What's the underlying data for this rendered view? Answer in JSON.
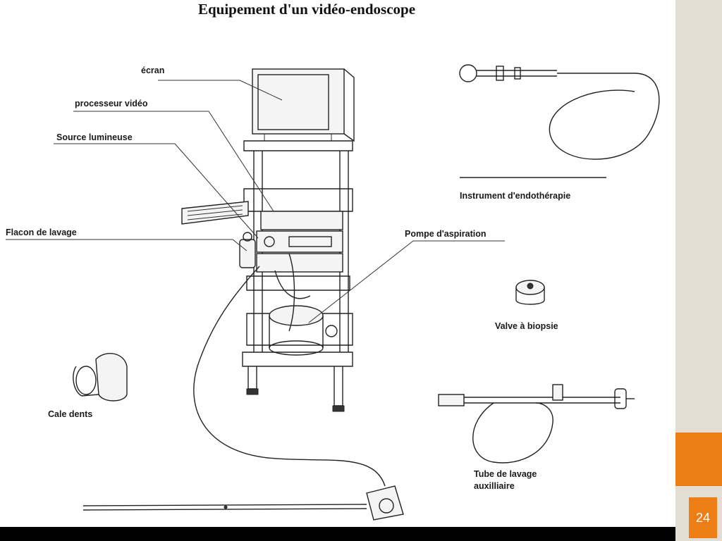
{
  "title": "Equipement d'un vidéo-endoscope",
  "labels": {
    "ecran": "écran",
    "processeur": "processeur vidéo",
    "source": "Source lumineuse",
    "flacon": "Flacon de lavage",
    "pompe": "Pompe d'aspiration",
    "instrument": "Instrument d'endothérapie",
    "valve": "Valve à biopsie",
    "cale": "Cale dents",
    "tube_line1": "Tube de lavage",
    "tube_line2": "auxilliaire"
  },
  "page_number": "24",
  "colors": {
    "accent": "#ed7d15",
    "side_band": "#e3ddd3",
    "bottom_bar": "#000000"
  }
}
